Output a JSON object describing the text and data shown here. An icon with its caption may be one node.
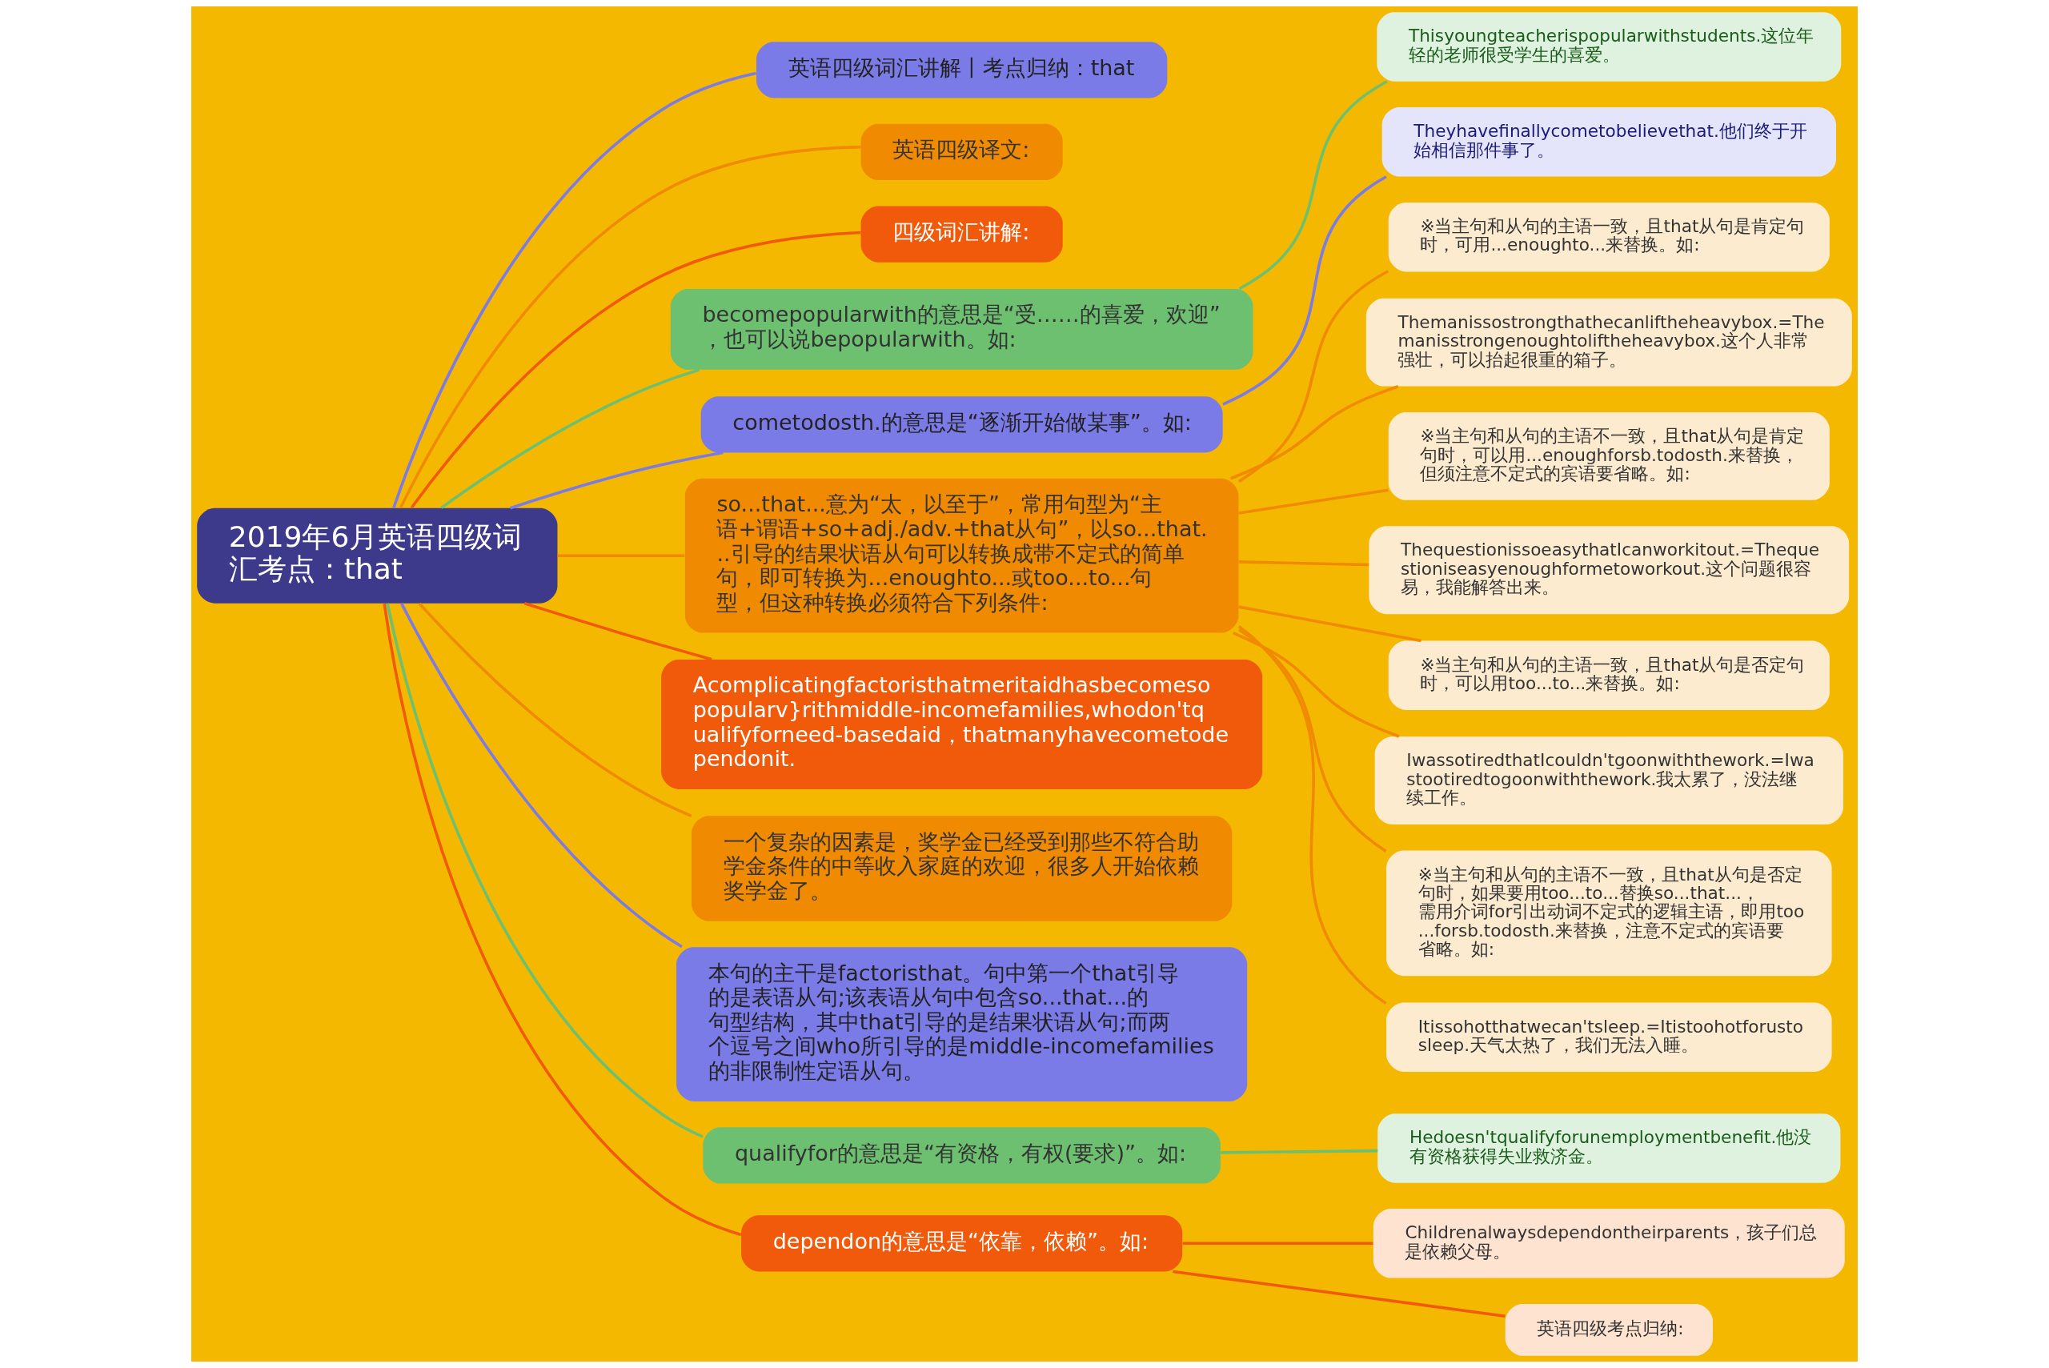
{
  "diagram": {
    "nodes": [
      {
        "text": [
          "2019年6月英语四级词汇考点：that"
        ]
      },
      {
        "text": [
          "英语四级词汇讲解丨考点归纳：that"
        ]
      },
      {
        "text": [
          "英语四级译文:"
        ]
      },
      {
        "text": [
          "四级词汇讲解:"
        ]
      },
      {
        "text": [
          "becomepopularwith的意思是“受……的喜爱，欢迎”，也可以说bepopularwith。如:"
        ]
      },
      {
        "text": [
          "Thisyoungteacherispopularwithstudents.这位年轻的老师很受学生的喜爱。"
        ]
      },
      {
        "text": [
          "cometodosth.的意思是“逐渐开始做某事”。如:"
        ]
      },
      {
        "text": [
          "Theyhavefinallycometobelievethat.他们终于开始相信那件事了。"
        ]
      },
      {
        "text": [
          "so...that...意为“太，以至于”，常用句型为“主语+谓语+so+adj./adv.+that从句”，以so...that...引导的结果状语从句可以转换成带不定式的简单句，即可转换为...enoughto...或too...to...句型，但这种转换必须符合下列条件:"
        ]
      },
      {
        "text": [
          "※当主句和从句的主语一致，且that从句是肯定句时，可用...enoughto...来替换。如:"
        ]
      },
      {
        "text": [
          "Themanissostrongthathecanliftheheavybox.=Themanisstrongenoughtoliftheheavybox.这个人非常强壮，可以抬起很重的箱子。"
        ]
      },
      {
        "text": [
          "※当主句和从句的主语不一致，且that从句是肯定句时，可以用...enoughforsb.todosth.来替换，但须注意不定式的宾语要省略。如:"
        ]
      },
      {
        "text": [
          "ThequestionissoeasythatIcanworkitout.=Thequestioniseasyenoughformetoworkout.这个问题很容易，我能解答出来。"
        ]
      },
      {
        "text": [
          "※当主句和从句的主语一致，且that从句是否定句时，可以用too...to...来替换。如:"
        ]
      },
      {
        "text": [
          "IwassotiredthatIcouldn'tgoonwiththework.=Iwastootiredtogoonwiththework.我太累了，没法继续工作。"
        ]
      },
      {
        "text": [
          "※当主句和从句的主语不一致，且that从句是否定句时，如果要用too...to...替换so...that...，需用介词for引出动词不定式的逻辑主语，即用too...forsb.todosth.来替换，注意不定式的宾语要省略。如:"
        ]
      },
      {
        "text": [
          "Itissohotthatwecan'tsleep.=Itistoohotforustosleep.天气太热了，我们无法入睡。"
        ]
      },
      {
        "text": [
          "Acomplicatingfactoristhatmeritaidhasbecomesopopularv}rithmiddle-incomefamilies,whodon'tqualifyforneed-basedaid，thatmanyhavecometodependonit."
        ]
      },
      {
        "text": [
          "一个复杂的因素是，奖学金已经受到那些不符合助学金条件的中等收入家庭的欢迎，很多人开始依赖奖学金了。"
        ]
      },
      {
        "text": [
          "本句的主干是factoristhat。句中第一个that引导的是表语从句;该表语从句中包含so...that...的句型结构，其中that引导的是结果状语从句;而两个逗号之间who所引导的是middle-incomefamilies的非限制性定语从句。"
        ]
      },
      {
        "text": [
          "qualifyfor的意思是“有资格，有权(要求)”。如:"
        ]
      },
      {
        "text": [
          "Hedoesn'tqualifyforunemploymentbenefit.他没有资格获得失业救济金。"
        ]
      },
      {
        "text": [
          "dependon的意思是“依靠，依赖”。如:"
        ]
      },
      {
        "text": [
          "Childrenalwaysdependontheirparents，孩子们总是依赖父母。"
        ]
      },
      {
        "text": [
          "英语四级考点归纳:"
        ]
      }
    ],
    "edges": [
      {
        "from": 0,
        "to": 1,
        "arrow": "none",
        "color": "#7b7be8"
      },
      {
        "from": 0,
        "to": 2,
        "arrow": "none"
      },
      {
        "from": 0,
        "to": 3,
        "arrow": "none",
        "color": "#f05a0a"
      },
      {
        "from": 0,
        "to": 4,
        "arrow": "none",
        "color": "#6cc070"
      },
      {
        "from": 4,
        "to": 5,
        "arrow": "none",
        "color": "#6cc070"
      },
      {
        "from": 0,
        "to": 6,
        "arrow": "none",
        "color": "#7b7be8"
      },
      {
        "from": 6,
        "to": 7,
        "arrow": "none",
        "color": "#7b7be8"
      },
      {
        "from": 0,
        "to": 8,
        "arrow": "none"
      },
      {
        "from": 8,
        "to": 9,
        "arrow": "none"
      },
      {
        "from": 8,
        "to": 10,
        "arrow": "none"
      },
      {
        "from": 8,
        "to": 11,
        "arrow": "none"
      },
      {
        "from": 8,
        "to": 12,
        "arrow": "none"
      },
      {
        "from": 8,
        "to": 13,
        "arrow": "none"
      },
      {
        "from": 8,
        "to": 14,
        "arrow": "none"
      },
      {
        "from": 8,
        "to": 15,
        "arrow": "none"
      },
      {
        "from": 8,
        "to": 16,
        "arrow": "none"
      },
      {
        "from": 0,
        "to": 17,
        "arrow": "none",
        "color": "#f05a0a"
      },
      {
        "from": 0,
        "to": 18,
        "arrow": "none"
      },
      {
        "from": 0,
        "to": 19,
        "arrow": "none",
        "color": "#7b7be8"
      },
      {
        "from": 0,
        "to": 20,
        "arrow": "none",
        "color": "#6cc070"
      },
      {
        "from": 20,
        "to": 21,
        "arrow": "none",
        "color": "#6cc070"
      },
      {
        "from": 0,
        "to": 22,
        "arrow": "none",
        "color": "#f05a0a"
      },
      {
        "from": 22,
        "to": 23,
        "arrow": "none",
        "color": "#f05a0a"
      },
      {
        "from": 22,
        "to": 24,
        "arrow": "none",
        "color": "#f05a0a"
      }
    ]
  }
}
